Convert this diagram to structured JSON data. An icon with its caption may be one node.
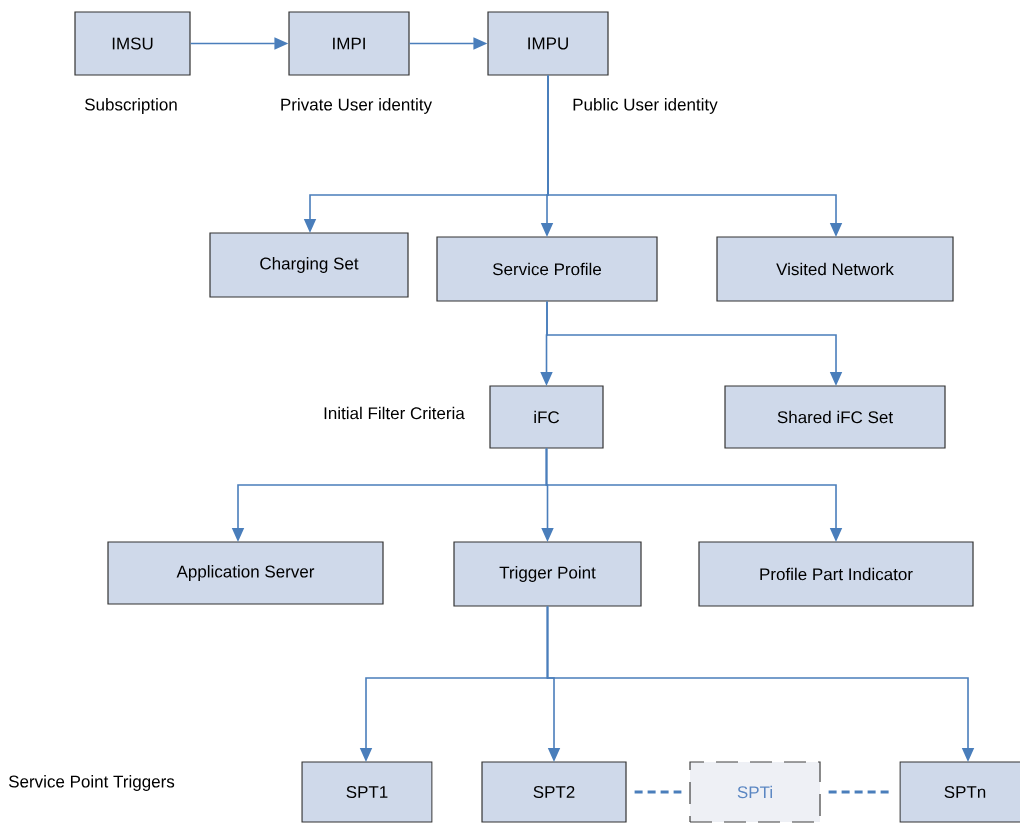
{
  "diagram": {
    "nodes": [
      {
        "text": [
          "IMSU"
        ],
        "beside": [
          "Subscription"
        ]
      },
      {
        "text": [
          "IMPI"
        ],
        "beside": [
          "Private User identity"
        ]
      },
      {
        "text": [
          "IMPU"
        ],
        "beside": [
          "Public User identity"
        ]
      },
      {
        "text": [
          "Charging Set"
        ]
      },
      {
        "text": [
          "Service Profile"
        ]
      },
      {
        "text": [
          "Visited Network"
        ]
      },
      {
        "text": [
          "iFC"
        ],
        "beside": [
          "Initial Filter Criteria"
        ]
      },
      {
        "text": [
          "Shared iFC Set"
        ]
      },
      {
        "text": [
          "Application Server"
        ]
      },
      {
        "text": [
          "Trigger Point"
        ]
      },
      {
        "text": [
          "Profile Part Indicator"
        ]
      },
      {
        "text": [
          "SPT1"
        ]
      },
      {
        "text": [
          "SPT2"
        ]
      },
      {
        "text": [
          "SPTi"
        ]
      },
      {
        "text": [
          "SPTn"
        ]
      }
    ],
    "edges": [
      {
        "from": 0,
        "to": 1,
        "arrow": "to"
      },
      {
        "from": 1,
        "to": 2,
        "arrow": "to"
      },
      {
        "from": 2,
        "to": 3,
        "arrow": "to"
      },
      {
        "from": 2,
        "to": 4,
        "arrow": "to"
      },
      {
        "from": 2,
        "to": 5,
        "arrow": "to"
      },
      {
        "from": 4,
        "to": 6,
        "arrow": "to"
      },
      {
        "from": 4,
        "to": 7,
        "arrow": "to"
      },
      {
        "from": 6,
        "to": 8,
        "arrow": "to"
      },
      {
        "from": 6,
        "to": 9,
        "arrow": "to"
      },
      {
        "from": 6,
        "to": 10,
        "arrow": "to"
      },
      {
        "from": 9,
        "to": 11,
        "arrow": "to"
      },
      {
        "from": 9,
        "to": 12,
        "arrow": "to"
      },
      {
        "from": 9,
        "to": 14,
        "arrow": "to"
      },
      {
        "from": 12,
        "to": 13,
        "arrow": "none",
        "style": "dashed"
      },
      {
        "from": 13,
        "to": 14,
        "arrow": "none",
        "style": "dashed"
      }
    ],
    "labels": [
      "Service Point Triggers"
    ]
  }
}
